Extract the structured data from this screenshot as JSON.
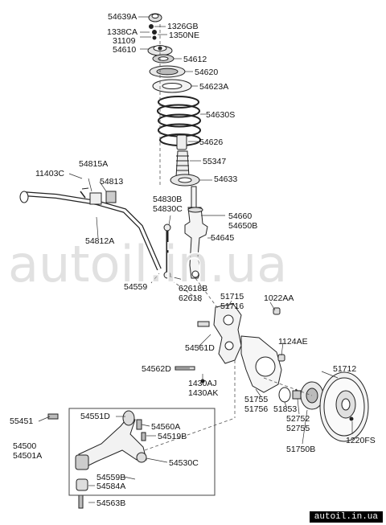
{
  "labels": {
    "p54639A": "54639A",
    "p1326GB": "1326GB",
    "p1338CA": "1338CA",
    "p1350NE": "1350NE",
    "p31109": "31109",
    "p54610": "54610",
    "p54612": "54612",
    "p54620": "54620",
    "p54623A": "54623A",
    "p54630S": "54630S",
    "p54626": "54626",
    "p55347": "55347",
    "p54815A": "54815A",
    "p11403C": "11403C",
    "p54813": "54813",
    "p54633": "54633",
    "p54830B": "54830B",
    "p54830C": "54830C",
    "p54660": "54660",
    "p54650B": "54650B",
    "p54645": "54645",
    "p54812A": "54812A",
    "p54559": "54559",
    "p62618B": "62618B",
    "p62618": "62618",
    "p51715": "51715",
    "p51716": "51716",
    "p1022AA": "1022AA",
    "p54561D": "54561D",
    "p1124AE": "1124AE",
    "p54562D": "54562D",
    "p1430AJ": "1430AJ",
    "p1430AK": "1430AK",
    "p51712": "51712",
    "p51755": "51755",
    "p51756": "51756",
    "p51853": "51853",
    "p52752": "52752",
    "p52755": "52755",
    "p51750B": "51750B",
    "p1220FS": "1220FS",
    "p55451": "55451",
    "p54551D": "54551D",
    "p54560A": "54560A",
    "p54519B": "54519B",
    "p54500": "54500",
    "p54501A": "54501A",
    "p54530C": "54530C",
    "p54559B": "54559B",
    "p54584A": "54584A",
    "p54563B": "54563B"
  },
  "watermark": "autoil.in.ua",
  "footer_url": "autoil.in.ua"
}
